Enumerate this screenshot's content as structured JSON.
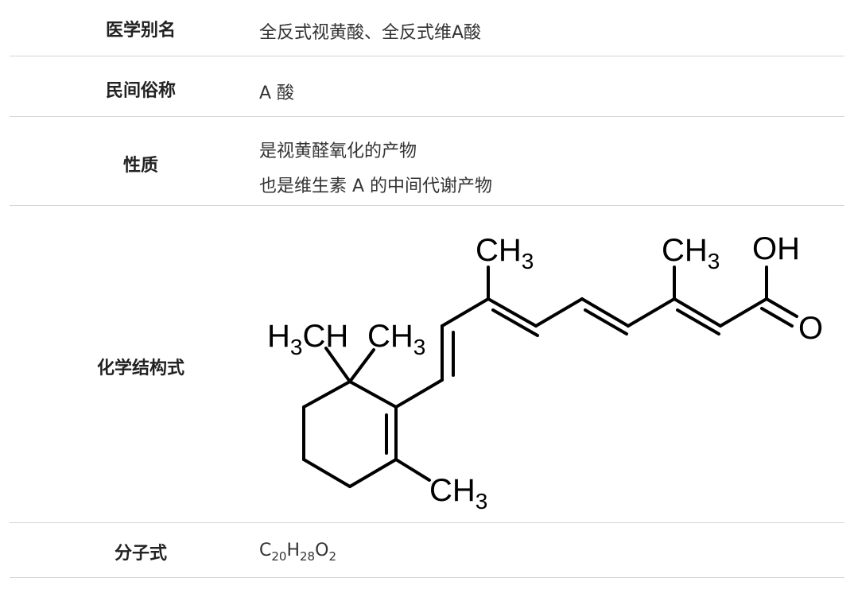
{
  "rows": [
    {
      "label": "医学别名",
      "value": "全反式视黄酸、全反式维A酸"
    },
    {
      "label": "民间俗称",
      "value": "A 酸"
    },
    {
      "label": "性质",
      "lines": [
        "是视黄醛氧化的产物",
        "也是维生素 A 的中间代谢产物"
      ]
    },
    {
      "label": "化学结构式"
    },
    {
      "label": "分子式"
    }
  ],
  "formula": [
    {
      "t": "C",
      "sub": false
    },
    {
      "t": "20",
      "sub": true
    },
    {
      "t": "H",
      "sub": false
    },
    {
      "t": "28",
      "sub": true
    },
    {
      "t": "O",
      "sub": false
    },
    {
      "t": "2",
      "sub": true
    }
  ],
  "structure": {
    "ch3_base": "CH",
    "sub3": "3",
    "h_prefix": "H",
    "oh": "OH",
    "o": "O"
  }
}
